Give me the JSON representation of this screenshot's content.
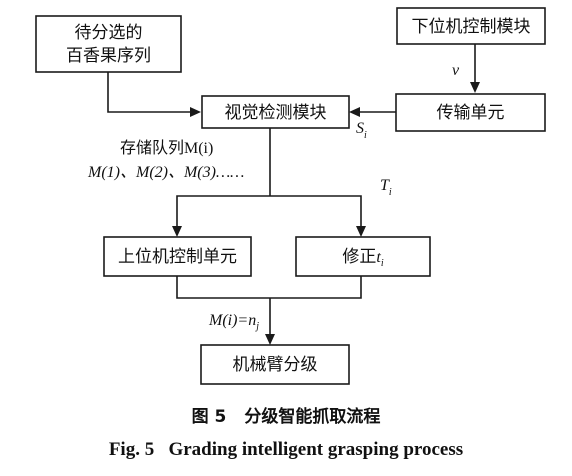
{
  "nodes": {
    "candidates_line1": "待分选的",
    "candidates_line2": "百香果序列",
    "lower_control": "下位机控制模块",
    "vision": "视觉检测模块",
    "transmission": "传输单元",
    "upper_control": "上位机控制单元",
    "correction_prefix": "修正",
    "correction_var": "t",
    "correction_sub": "i",
    "arm": "机械臂分级"
  },
  "labels": {
    "speed": "v",
    "signal_var": "S",
    "signal_sub": "i",
    "time_var": "T",
    "time_sub": "i",
    "queue_line1": "存储队列M(i)",
    "queue_line2": "M(1)、M(2)、M(3)……",
    "assign_main": "M(i)=n",
    "assign_sub": "j"
  },
  "caption": {
    "cn_number": "图 5",
    "cn_title": "分级智能抓取流程",
    "en": "Fig. 5   Grading intelligent grasping process"
  }
}
